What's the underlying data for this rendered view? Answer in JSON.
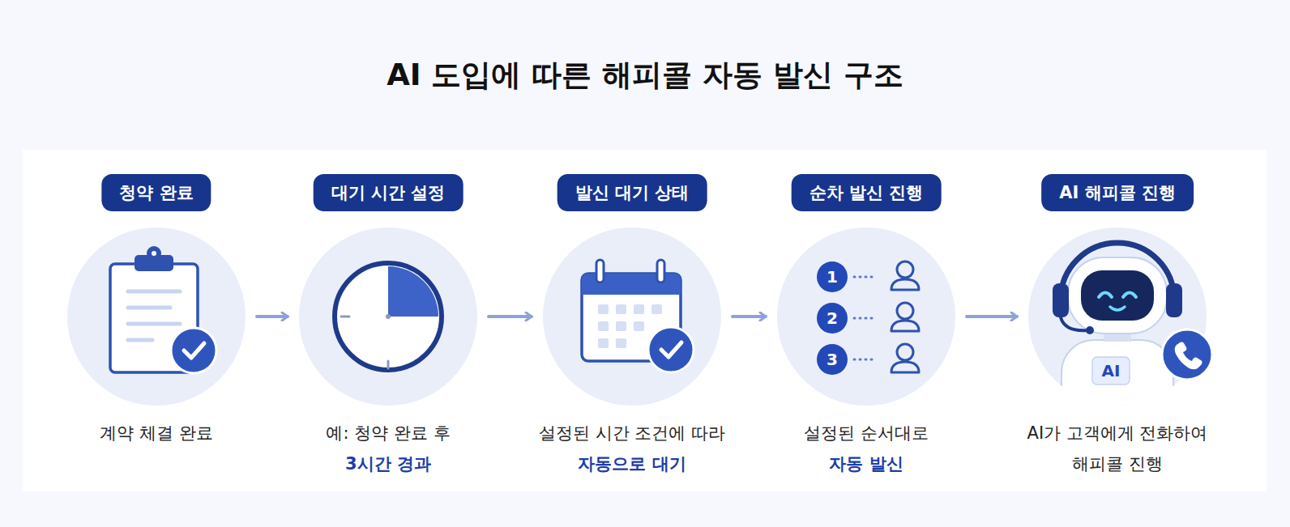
{
  "diagram": {
    "title": "AI 도입에 따른 해피콜 자동 발신 구조",
    "nodes": [
      {
        "text": [
          "청약 완료",
          "계약 체결 완료"
        ]
      },
      {
        "text": [
          "대기 시간 설정",
          "예: 청약 완료 후",
          "3시간 경과"
        ]
      },
      {
        "text": [
          "발신 대기 상태",
          "설정된 시간 조건에 따라",
          "자동으로 대기"
        ]
      },
      {
        "text": [
          "순차 발신 진행",
          "설정된 순서대로",
          "자동 발신"
        ]
      },
      {
        "text": [
          "AI 해피콜 진행",
          "AI가 고객에게 전화하여 해피콜 진행"
        ]
      }
    ],
    "edges": [
      {
        "from": 0,
        "to": 1,
        "arrow": "to"
      },
      {
        "from": 1,
        "to": 2,
        "arrow": "to"
      },
      {
        "from": 2,
        "to": 3,
        "arrow": "to"
      },
      {
        "from": 3,
        "to": 4,
        "arrow": "to"
      }
    ],
    "labels": [
      "1",
      "2",
      "3",
      "AI"
    ]
  }
}
